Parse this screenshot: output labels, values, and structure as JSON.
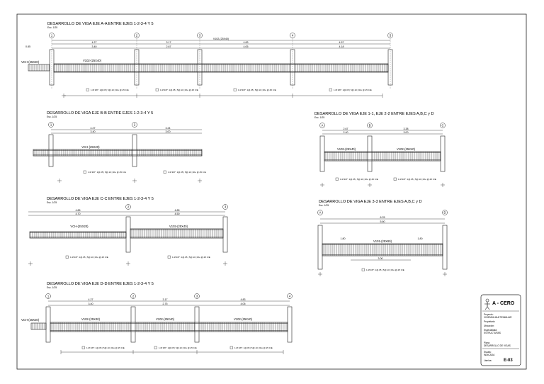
{
  "sheet": {
    "sheet_number": "E-03",
    "titleblock": {
      "logo_text": "A - CERO",
      "lines": [
        "Proyecto:",
        "VIVIENDA MULTIFAMILIAR",
        "Propietario:",
        "Ubicación:",
        "Especialidad:",
        "ESTRUCTURAS",
        "Plano:",
        "DESARROLLO DE VIGAS",
        "Escala:",
        "INDICADA",
        "Lámina:"
      ]
    }
  },
  "details": [
    {
      "id": "A",
      "title": "DESARROLLO DE VIGA EJE A-A ENTRE EJES 1-2-3-4 Y 5",
      "scale": "Esc. 1/25",
      "axes": [
        "1",
        "2",
        "3",
        "4",
        "5"
      ],
      "dims_top": [
        "4.27",
        "3.17",
        "4.83",
        "4.57"
      ],
      "dims_bottom": [
        "3.40",
        "2.67",
        "4.05",
        "4.18"
      ],
      "overall": "V102-(25X40)",
      "left_dim": "0.85",
      "left_stub": "VCH-(25X20)",
      "beam_labels": [
        "V102-(25X40)"
      ],
      "stirrups": [
        "1 Ø 3/8\": 1@.05 | 5@.10 | Rto @.25 C/E",
        "1 Ø 3/8\": 1@.05 | 5@.10 | Rto @.25 C/E",
        "1 Ø 3/8\": 1@.05 | 5@.10 | Rto @.25 C/E",
        "1 Ø 3/8\": 1@.05 | 5@.10 | Rto @.25 C/E"
      ]
    },
    {
      "id": "B",
      "title": "DESARROLLO DE VIGA EJE B-B ENTRE EJES 1-2-3-4 Y 5",
      "scale": "Esc. 1/25",
      "axes": [
        "1",
        "2"
      ],
      "dims_top": [
        "4.27",
        "3.24"
      ],
      "dims_bottom": [
        "3.40",
        "3.00"
      ],
      "beam_labels": [
        "VCH-(25X20)"
      ],
      "stirrups": [
        "1 Ø 3/8\": 1@.05 | 5@.10 | Rto @.25 C/E",
        "1 Ø 3/8\": 1@.05 | 5@.10 | Rto @.25 C/E"
      ]
    },
    {
      "id": "C",
      "title": "DESARROLLO DE VIGA EJE C-C ENTRE EJES 1-2-3-4 Y 5",
      "scale": "Esc. 1/25",
      "axes": [
        "2",
        "3"
      ],
      "dims_top": [
        "4.85",
        "4.85"
      ],
      "dims_bottom": [
        "4.70",
        "4.50"
      ],
      "beam_labels": [
        "VCH-(25X20)",
        "V102-(25X40)"
      ],
      "stirrups": [
        "1 Ø 3/8\": 1@.05 | 5@.10 | Rto @.25 C/E",
        "1 Ø 3/8\": 1@.05 | 5@.10 | Rto @.25 C/E"
      ]
    },
    {
      "id": "D",
      "title": "DESARROLLO DE VIGA EJE D-D ENTRE EJES 1-2-3-4 Y 5",
      "scale": "Esc. 1/25",
      "axes": [
        "1",
        "2",
        "3",
        "4"
      ],
      "dims_top": [
        "4.27",
        "3.17",
        "4.83"
      ],
      "dims_bottom": [
        "3.40",
        "2.75",
        "4.05"
      ],
      "left_stub": "VCH-(25X20)",
      "beam_labels": [
        "V102-(25X40)",
        "V102-(25X40)",
        "V102-(25X40)"
      ],
      "stirrups": [
        "1 Ø 3/8\": 1@.05 | 5@.10 | Rto @.25 C/E",
        "1 Ø 3/8\": 1@.05 | 5@.10 | Rto @.25 C/E",
        "1 Ø 3/8\": 1@.05 | 5@.10 | Rto @.25 C/E"
      ]
    },
    {
      "id": "E",
      "title": "DESARROLLO DE VIGA EJE 1-1, EJE 2-2 ENTRE EJES A,B,C y D",
      "scale": "Esc. 1/25",
      "axes": [
        "A",
        "B",
        "C"
      ],
      "dims_top": [
        "2.67",
        "3.38"
      ],
      "dims_bottom": [
        "2.40",
        "3.00"
      ],
      "beam_labels": [
        "V102-(25X40)",
        "V102-(25X40)"
      ],
      "stirrups": [
        "1 Ø 3/8\": 1@.05 | 5@.10 | Rto @.25 C/E",
        "1 Ø 3/8\": 1@.05 | 5@.10 | Rto @.25 C/E"
      ]
    },
    {
      "id": "F",
      "title": "DESARROLLO DE VIGA EJE 3-3 ENTRE EJES A,B,C y D",
      "scale": "Esc. 1/25",
      "axes": [
        "A",
        "D"
      ],
      "dims_top": [
        "6.25"
      ],
      "dims_bottom": [
        "5.60"
      ],
      "beam_labels": [
        "V101-(25X60)"
      ],
      "inner_dims": [
        "1.80",
        "1.80",
        "3.00"
      ],
      "stirrups": [
        "1 Ø 3/8\": 1@.05 | 5@.10 | Rto @.25 C/E"
      ]
    }
  ]
}
